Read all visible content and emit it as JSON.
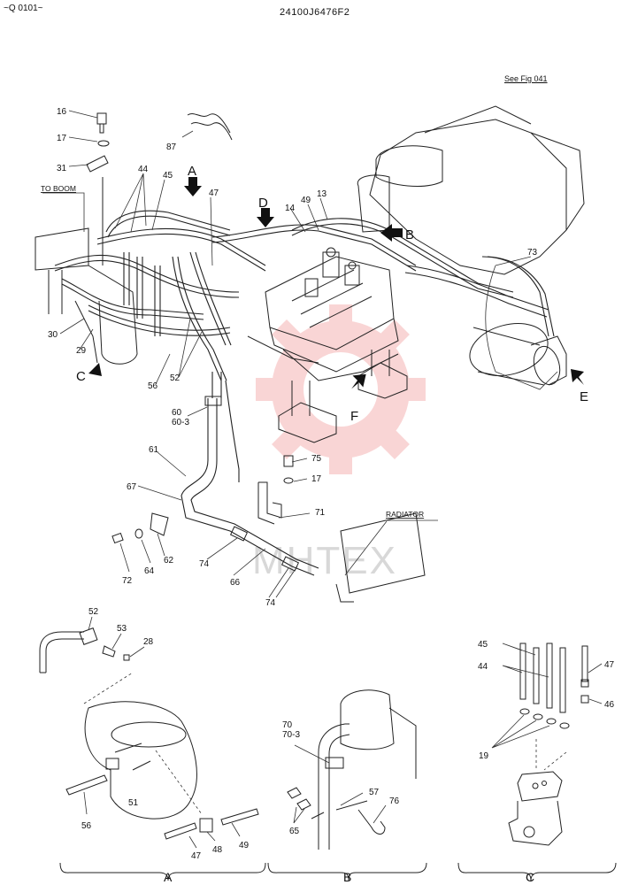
{
  "header": {
    "range": "~Q 0101~",
    "part_number": "24100J6476F2",
    "see_fig": "See Fig 041"
  },
  "main_labels": {
    "to_boom": "TO BOOM",
    "radiator": "RADIATOR",
    "view_a": "A",
    "view_b": "B",
    "view_c": "C",
    "view_d": "D",
    "view_e": "E",
    "view_f": "F"
  },
  "callouts": {
    "n16": "16",
    "n17": "17",
    "n31": "31",
    "n87": "87",
    "n44": "44",
    "n45": "45",
    "n47": "47",
    "n14": "14",
    "n49": "49",
    "n13": "13",
    "n73": "73",
    "n30": "30",
    "n29": "29",
    "n56": "56",
    "n52": "52",
    "n60": "60",
    "n60_3": "60-3",
    "n61": "61",
    "n67": "67",
    "n75": "75",
    "n17b": "17",
    "n71": "71",
    "n62": "62",
    "n64": "64",
    "n72": "72",
    "n74a": "74",
    "n66": "66",
    "n74b": "74"
  },
  "detail_a": {
    "title": "A",
    "n52": "52",
    "n53": "53",
    "n28": "28",
    "n51": "51",
    "n56": "56",
    "n47": "47",
    "n48": "48",
    "n49": "49"
  },
  "detail_b": {
    "title": "B",
    "n70": "70",
    "n70_3": "70-3",
    "n57": "57",
    "n76": "76",
    "n65": "65"
  },
  "detail_c": {
    "title": "C",
    "n45": "45",
    "n44": "44",
    "n47": "47",
    "n46": "46",
    "n19": "19"
  },
  "watermark": {
    "text": "MHTEX",
    "color": "#f08a8a"
  }
}
